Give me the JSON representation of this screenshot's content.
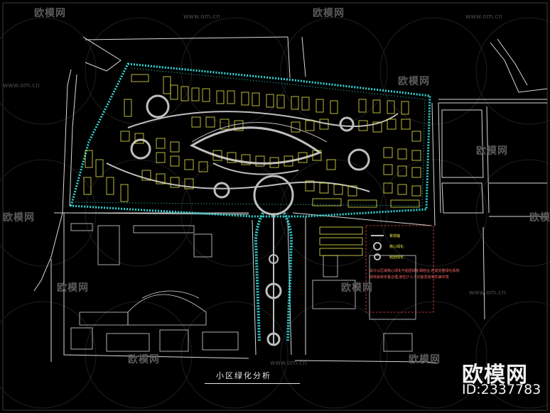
{
  "drawing": {
    "title": "小区绿化分析",
    "legend": {
      "items": [
        "景观轴",
        "核心绿化",
        "组团绿化"
      ]
    },
    "notes": [
      "设计以区域核心绿化与组团绿化相结合,形成完整绿化系统",
      "绿地系统布置合理,使住户人人均能享受到优美环境"
    ]
  },
  "watermark": {
    "brand": "欧模网",
    "url": "www.om.cn",
    "big_brand": "欧模网",
    "id_text": "ID:2337783"
  },
  "colors": {
    "background": "#000000",
    "roads": "#d9d9d9",
    "green": "#33d6d6",
    "buildings": "#e8e84a",
    "landscape_axis": "#bfbfbf",
    "red_lines": "#e04848"
  }
}
